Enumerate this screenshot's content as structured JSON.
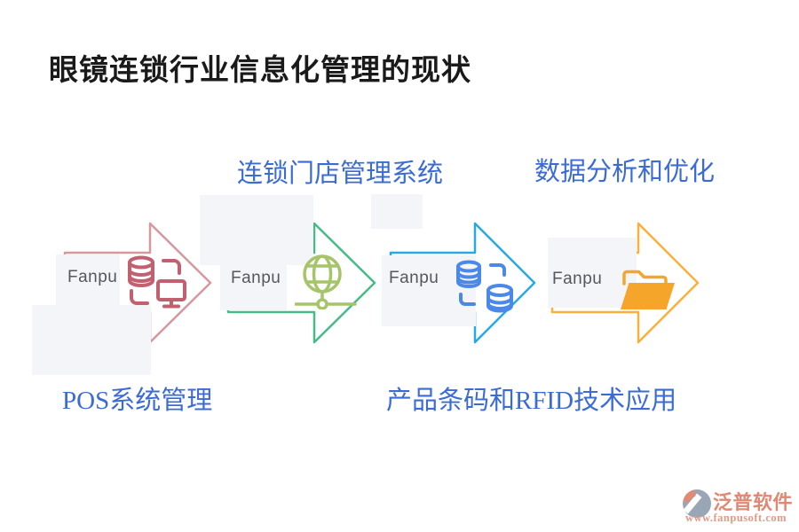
{
  "title": "眼镜连锁行业信息化管理的现状",
  "section_labels": {
    "top_left": "连锁门店管理系统",
    "top_right": "数据分析和优化",
    "bottom_left": "POS系统管理",
    "bottom_right": "产品条码和RFID技术应用"
  },
  "arrows": [
    {
      "label": "Fanpu",
      "icon": "database-monitor-icon",
      "color": "#d6989f",
      "icon_color": "#c2606f"
    },
    {
      "label": "Fanpu",
      "icon": "globe-network-icon",
      "color": "#47bb87",
      "icon_color": "#a6c46a"
    },
    {
      "label": "Fanpu",
      "icon": "database-sync-icon",
      "color": "#29a9e1",
      "icon_color": "#4a89e8"
    },
    {
      "label": "Fanpu",
      "icon": "open-folder-icon",
      "color": "#fbb03b",
      "icon_color": "#f5a52a"
    }
  ],
  "colors": {
    "title_text": "#1a1a1a",
    "label_text": "#3b6bd5",
    "box_background": "#f4f5f8",
    "fanpu_text": "#54575e"
  },
  "logo": {
    "name": "泛普软件",
    "url": "www.fanpusoft.com",
    "text_color": "#e08873",
    "circle_color": "#9aa6b6",
    "swoosh_color": "#e28a74"
  }
}
